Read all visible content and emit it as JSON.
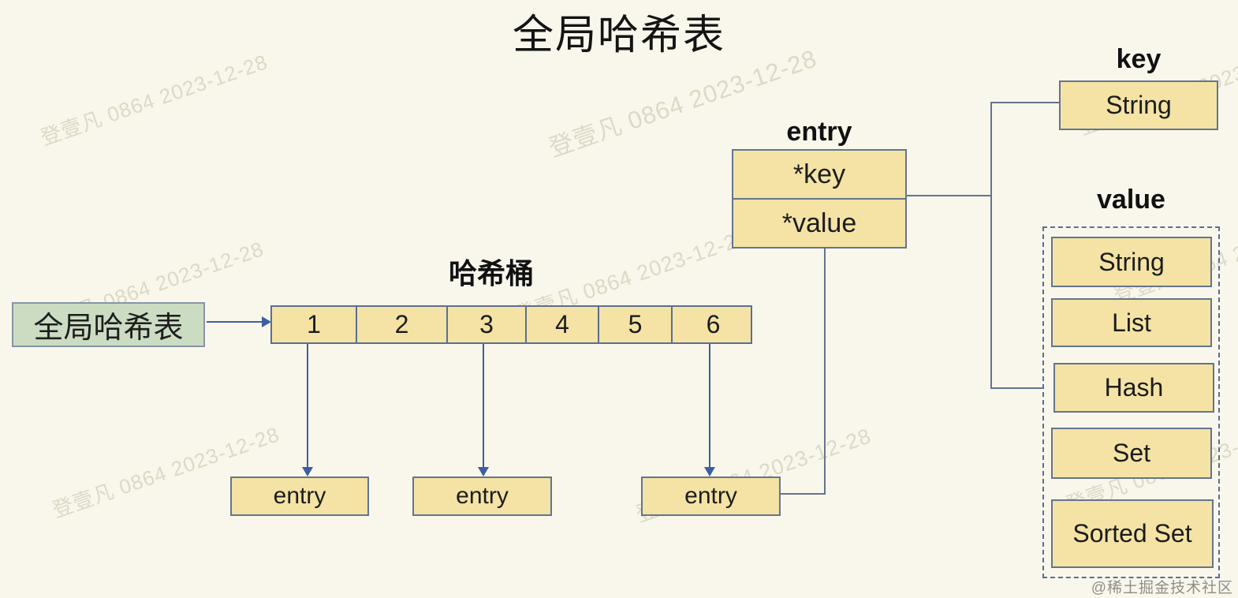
{
  "title": "全局哈希表",
  "watermark": {
    "text": "登壹凡 0864 2023-12-28",
    "credit": "@稀土掘金技术社区"
  },
  "colors": {
    "background": "#f9f7eb",
    "box_fill": "#f4e3a4",
    "box_border": "#64748f",
    "green_fill": "#cbdcc3",
    "green_border": "#8596a6",
    "arrow_blue": "#3a5fa2",
    "dashed_border": "#5c6e91",
    "text": "#1c1c1c"
  },
  "diagram": {
    "global_table": {
      "label": "全局哈希表"
    },
    "bucket_section": {
      "label": "哈希桶",
      "cells": [
        "1",
        "2",
        "3",
        "4",
        "5",
        "6"
      ]
    },
    "entry_nodes": [
      {
        "label": "entry"
      },
      {
        "label": "entry"
      },
      {
        "label": "entry"
      }
    ],
    "entry_struct": {
      "label": "entry",
      "fields": [
        {
          "name": "*key"
        },
        {
          "name": "*value"
        }
      ]
    },
    "key_section": {
      "label": "key",
      "types": [
        "String"
      ]
    },
    "value_section": {
      "label": "value",
      "types": [
        "String",
        "List",
        "Hash",
        "Set",
        "Sorted Set"
      ]
    }
  }
}
